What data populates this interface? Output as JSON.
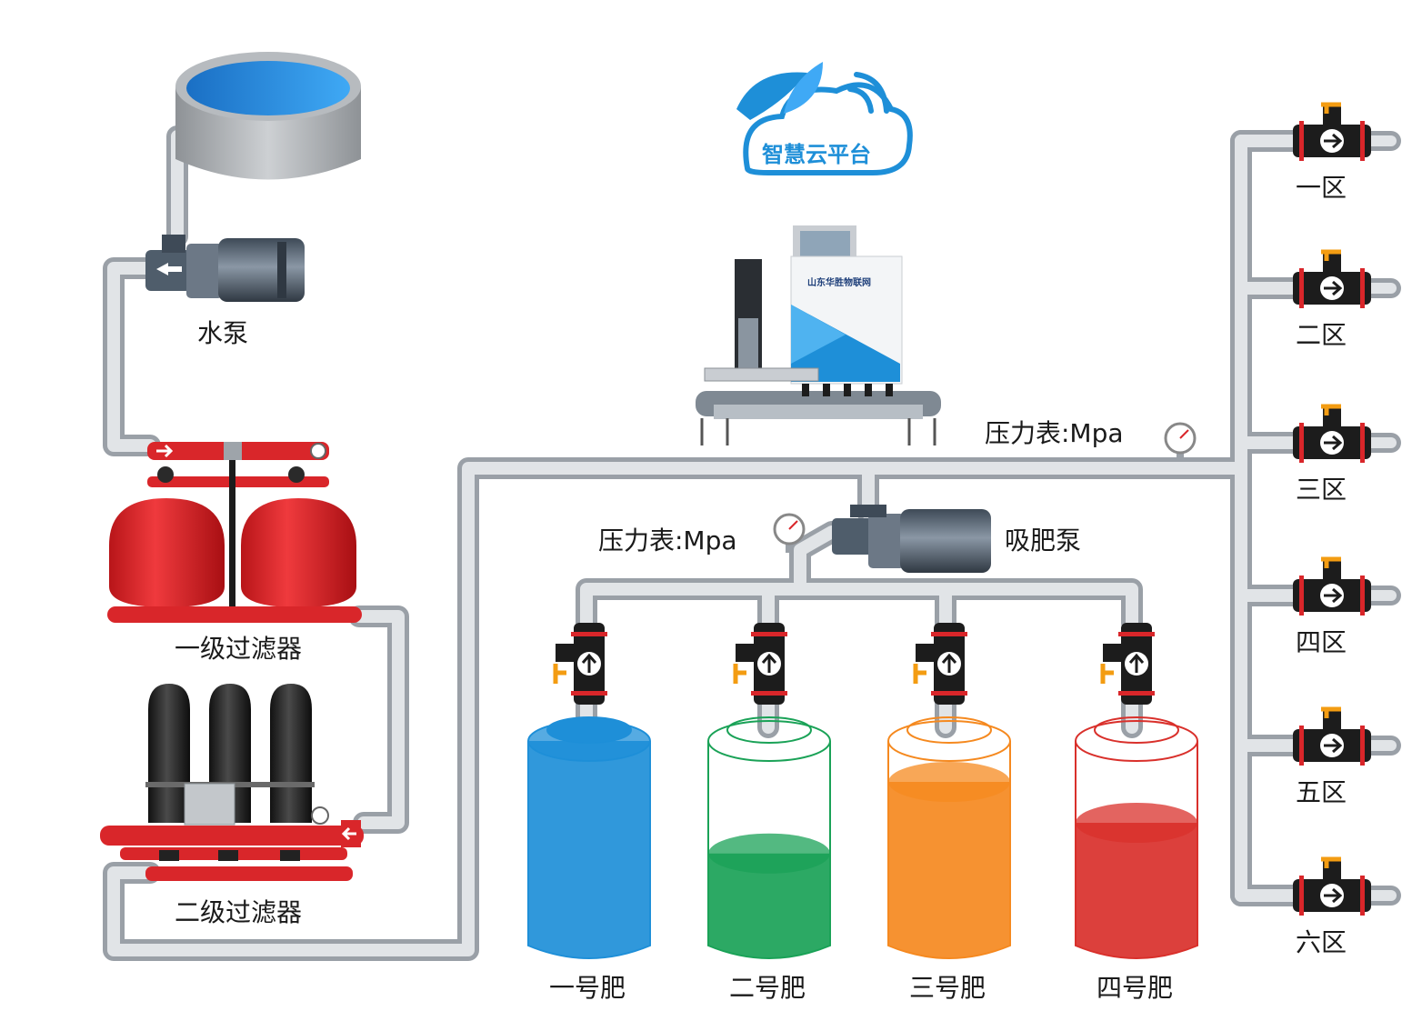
{
  "labels": {
    "water_pump": "水泵",
    "primary_filter": "一级过滤器",
    "secondary_filter": "二级过滤器",
    "pressure_gauge_main": "压力表:Mpa",
    "pressure_gauge_fert": "压力表:Mpa",
    "fertilizer_pump": "吸肥泵"
  },
  "cloud": {
    "title": "智慧云平台"
  },
  "controller": {
    "brand": "山东华胜物联网"
  },
  "tanks": [
    {
      "label": "一号肥",
      "color": "#1e8fd8",
      "level": 1.0
    },
    {
      "label": "二号肥",
      "color": "#1aa257",
      "level": 0.45
    },
    {
      "label": "三号肥",
      "color": "#f5891f",
      "level": 0.8
    },
    {
      "label": "四号肥",
      "color": "#d9302b",
      "level": 0.6
    }
  ],
  "zones": [
    {
      "label": "一区"
    },
    {
      "label": "二区"
    },
    {
      "label": "三区"
    },
    {
      "label": "四区"
    },
    {
      "label": "五区"
    },
    {
      "label": "六区"
    }
  ],
  "colors": {
    "pipe": "#c9cdd2",
    "pipe_edge": "#9aa0a7",
    "filter_red": "#d9262a",
    "valve_black": "#1c1c1c",
    "handle_orange": "#f39c12",
    "cloud_blue": "#1e8fd8"
  }
}
